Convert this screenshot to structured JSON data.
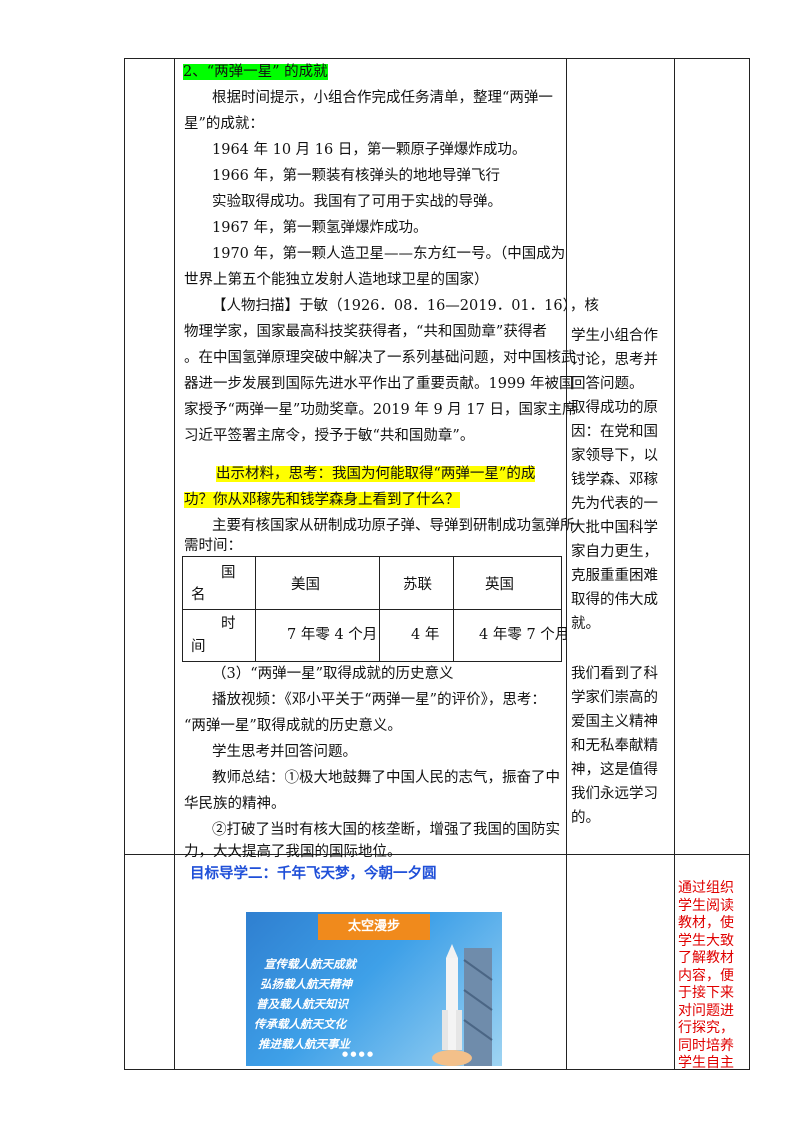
{
  "section_heading": "2、“两弹一星” 的成就",
  "main": {
    "intro1": "根据时间提示，小组合作完成任务清单，整理“两弹一",
    "intro2": "星”的成就：",
    "a1964": "1964 年 10 月 16 日，第一颗原子弹爆炸成功。",
    "a1966a": "1966 年，第一颗装有核弹头的地地导弹飞行",
    "a1966b": "实验取得成功。我国有了可用于实战的导弹。",
    "a1967": "1967 年，第一颗氢弹爆炸成功。",
    "a1970a": "1970 年，第一颗人造卫星——东方红一号。（中国成为",
    "a1970b": "世界上第五个能独立发射人造地球卫星的国家）",
    "p1": "【人物扫描】于敏（1926．08．16—2019．01．16），核",
    "p2": "物理学家，国家最高科技奖获得者，“共和国勋章”获得者",
    "p3": "。在中国氢弹原理突破中解决了一系列基础问题，对中国核武",
    "p4": "器进一步发展到国际先进水平作出了重要贡献。1999 年被国",
    "p5": "家授予“两弹一星”功勋奖章。2019 年 9 月 17 日，国家主席",
    "p6": "习近平签署主席令，授予于敏“共和国勋章”。",
    "q1": "出示材料，思考：我国为何能取得“两弹一星”的成",
    "q2": "功？你从邓稼先和钱学森身上看到了什么？",
    "t1": "主要有核国家从研制成功原子弹、导弹到研制成功氢弹所",
    "t2": "需时间：",
    "s3": "（3）“两弹一星”取得成就的历史意义",
    "v1": "播放视频：《邓小平关于“两弹一星”的评价》，思考：",
    "v2": "“两弹一星”取得成就的历史意义。",
    "v3": "学生思考并回答问题。",
    "v4": "教师总结：①极大地鼓舞了中国人民的志气，振奋了中",
    "v5": "华民族的精神。",
    "v6": "②打破了当时有核大国的核垄断，增强了我国的国防实",
    "v7": "力，大大提高了我国的国际地位。"
  },
  "inner_table": {
    "h_country_a": "国",
    "h_country_b": "名",
    "usa": "美国",
    "ussr": "苏联",
    "uk": "英国",
    "h_time_a": "时",
    "h_time_b": "间",
    "usa_time": "7 年零 4 个月",
    "ussr_time": "4 年",
    "uk_time": "4 年零 7 个月"
  },
  "student_activity": {
    "lines": [
      "学生小组合作",
      "讨论，思考并",
      "回答问题。",
      "取得成功的原",
      "因：在党和国",
      "家领导下，以",
      "钱学森、邓稼",
      "先为代表的一",
      "大批中国科学",
      "家自力更生，",
      "克服重重困难",
      "取得的伟大成",
      "就。"
    ],
    "lines2": [
      "我们看到了科",
      "学家们崇高的",
      "爱国主义精神",
      "和无私奉献精",
      "神，这是值得",
      "我们永远学习",
      "的。"
    ]
  },
  "goal2": {
    "title": "目标导学二：千年飞天梦，今朝一夕圆",
    "design_lines": [
      "通过组织",
      "学生阅读",
      "教材，使",
      "学生大致",
      "了解教材",
      "内容，便",
      "于接下来",
      "对问题进",
      "行探究，",
      "同时培养",
      "学生自主"
    ]
  },
  "poster": {
    "title": "太空漫步",
    "lines": [
      "宣传载人航天成就",
      "弘扬载人航天精神",
      "普及载人航天知识",
      "传承载人航天文化",
      "推进载人航天事业"
    ],
    "dots": "● ● ● ●"
  },
  "colors": {
    "highlight_green": "#00ff00",
    "highlight_yellow": "#ffff00",
    "goal_blue": "#1f4fd8",
    "design_red": "#e00000",
    "poster_orange": "#f08a1c"
  }
}
